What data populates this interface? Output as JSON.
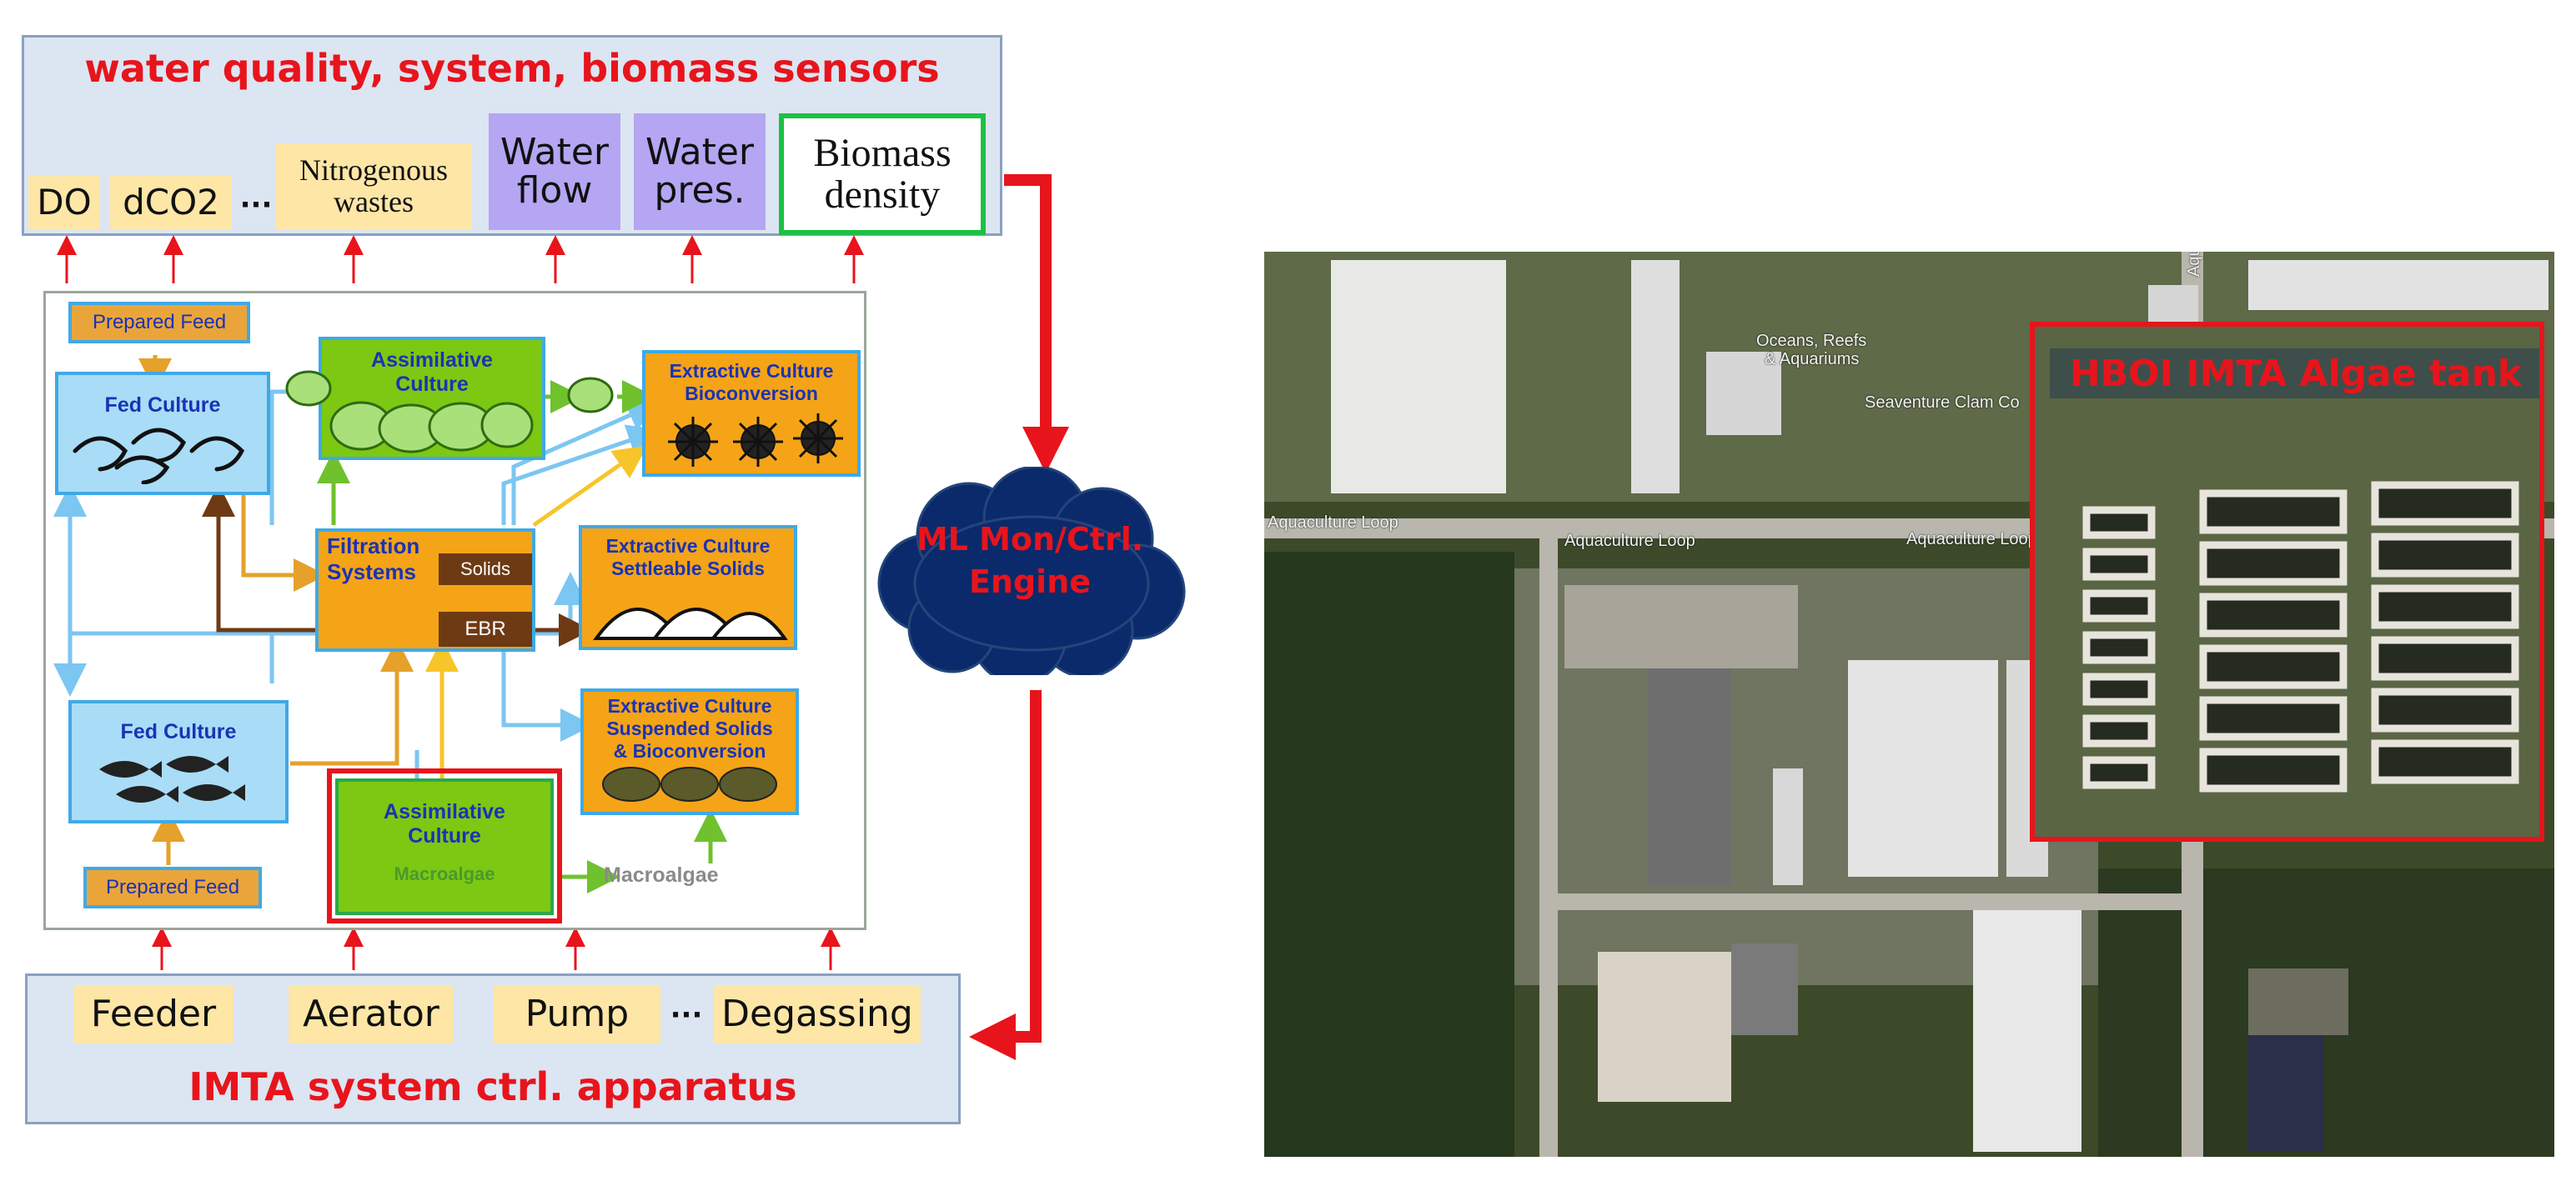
{
  "sensor_panel": {
    "title": "water quality, system, biomass sensors",
    "chips": {
      "do": "DO",
      "dco2": "dCO2",
      "ellipsis": "···",
      "nitro_line1": "Nitrogenous",
      "nitro_line2": "wastes",
      "water_flow_line1": "Water",
      "water_flow_line2": "flow",
      "water_pres_line1": "Water",
      "water_pres_line2": "pres.",
      "biomass_line1": "Biomass",
      "biomass_line2": "density"
    }
  },
  "control_panel": {
    "title": "IMTA system ctrl. apparatus",
    "chips": {
      "feeder": "Feeder",
      "aerator": "Aerator",
      "pump": "Pump",
      "ellipsis": "···",
      "degassing": "Degassing"
    }
  },
  "engine": {
    "line1": "ML Mon/Ctrl.",
    "line2": "Engine"
  },
  "diagram": {
    "prepared_feed_top": "Prepared Feed",
    "fed_culture_shrimp": "Fed Culture",
    "assimilative_top_line1": "Assimilative",
    "assimilative_top_line2": "Culture",
    "extractive_bio_line1": "Extractive Culture",
    "extractive_bio_line2": "Bioconversion",
    "filtration_line1": "Filtration",
    "filtration_line2": "Systems",
    "solids": "Solids",
    "ebr": "EBR",
    "extractive_settle_line1": "Extractive Culture",
    "extractive_settle_line2": "Settleable Solids",
    "fed_culture_fish": "Fed Culture",
    "extractive_susp_line1": "Extractive Culture",
    "extractive_susp_line2": "Suspended Solids",
    "extractive_susp_line3": "& Bioconversion",
    "assimilative_bottom_line1": "Assimilative",
    "assimilative_bottom_line2": "Culture",
    "macroalgae_inner": "Macroalgae",
    "macroalgae_out": "Macroalgae",
    "prepared_feed_bottom": "Prepared Feed"
  },
  "satellite": {
    "inset_label": "HBOI IMTA Algae tank",
    "roads": [
      "Aquaculture Loop",
      "Aquaculture Loop",
      "Aquaculture Loop",
      "Aquaculture"
    ],
    "pois": [
      "Oceans, Reefs",
      "& Aquariums",
      "Seaventure Clam Co"
    ]
  },
  "colors": {
    "accent_red": "#e8141c",
    "panel_blue": "#dce5f2",
    "engine_navy": "#0b2a6b",
    "chip_yellow": "#fde6a6",
    "chip_purple": "#b4a6f2",
    "chip_green_border": "#1cc043"
  }
}
